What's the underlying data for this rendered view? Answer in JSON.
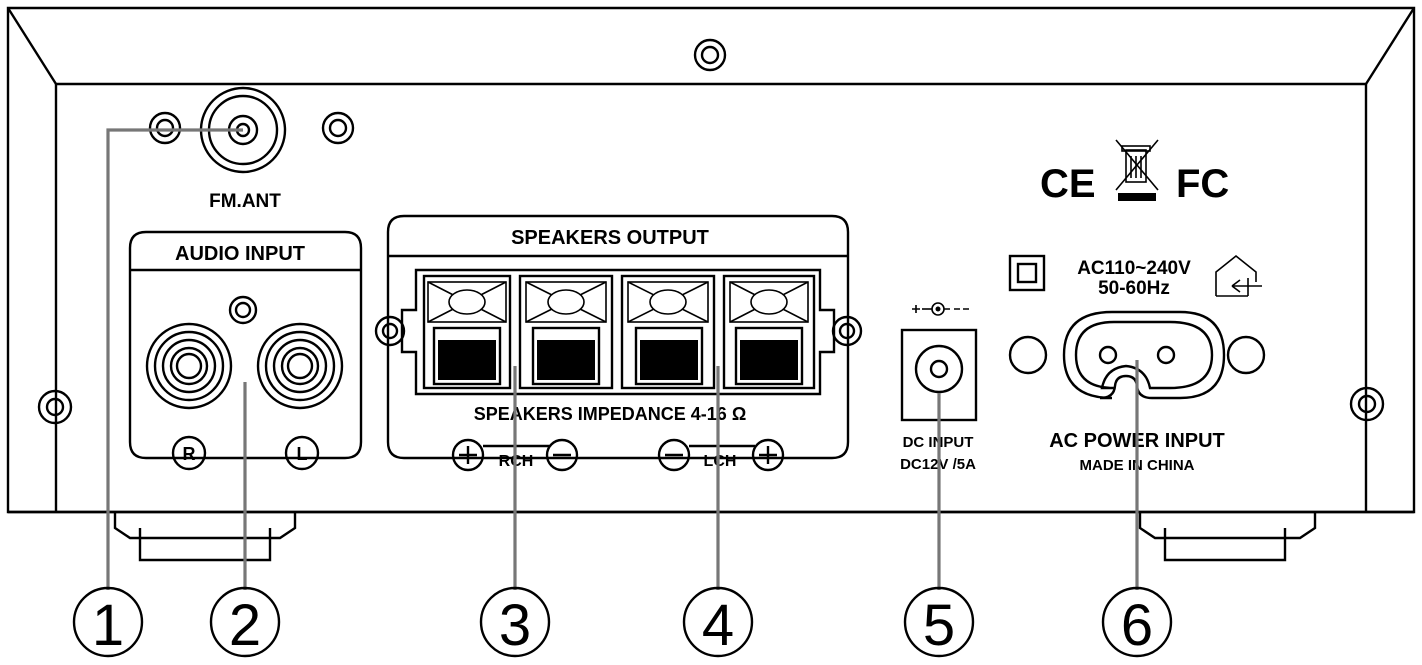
{
  "labels": {
    "fm_ant": "FM.ANT",
    "audio_input": "AUDIO INPUT",
    "audio_r": "R",
    "audio_l": "L",
    "speakers_output": "SPEAKERS OUTPUT",
    "speakers_impedance": "SPEAKERS IMPEDANCE 4-16 Ω",
    "rch": "RCH",
    "lch": "LCH",
    "dc_input": "DC INPUT",
    "dc_spec": "DC12V /5A",
    "ac_voltage": "AC110~240V",
    "ac_freq": "50-60Hz",
    "ac_power_input": "AC POWER INPUT",
    "made_in": "MADE IN CHINA",
    "ce": "CE",
    "fc": "FC"
  },
  "callouts": [
    "1",
    "2",
    "3",
    "4",
    "5",
    "6"
  ],
  "icons": [
    "fm-antenna-jack-icon",
    "rca-jack-icon",
    "speaker-terminal-icon",
    "dc-jack-icon",
    "ac-socket-icon",
    "weee-bin-icon",
    "class-ii-icon",
    "indoor-use-icon",
    "dc-polarity-icon"
  ]
}
